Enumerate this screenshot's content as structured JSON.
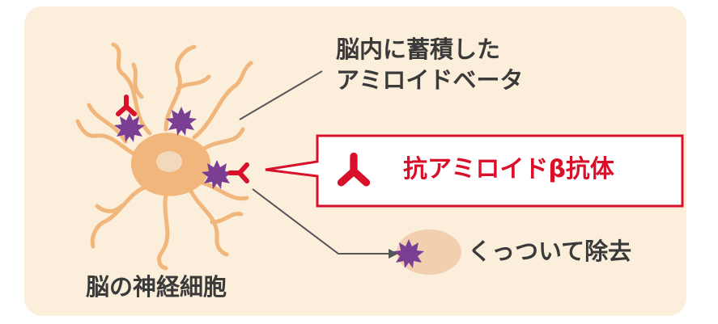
{
  "labels": {
    "accumulated_line1": "脳内に蓄積した",
    "accumulated_line2": "アミロイドベータ",
    "antibody": "抗アミロイドβ抗体",
    "removal": "くっついて除去",
    "neuron": "脳の神経細胞"
  },
  "colors": {
    "panel_bg": "#fbefdc",
    "neuron_body": "#f1b67c",
    "neuron_dendrite": "#f1b67c",
    "nucleus": "#f4d8bd",
    "amyloid": "#7a3e93",
    "antibody": "#d8102a",
    "callout_border": "#d8102a",
    "arrow": "#555555",
    "macrophage": "#f1cfaf"
  },
  "icons": {
    "antibody": "antibody-y-icon",
    "amyloid": "amyloid-spiky-icon"
  }
}
